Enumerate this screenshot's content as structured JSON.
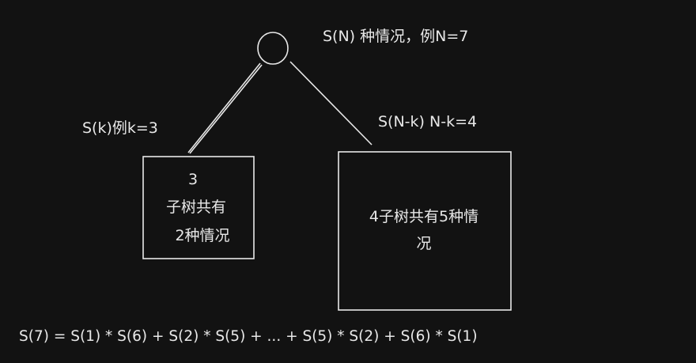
{
  "root_label": "S(N) 种情况，例N=7",
  "left_edge_label": "S(k)例k=3",
  "right_edge_label": "S(N-k) N-k=4",
  "left_box": {
    "lines": [
      "3",
      "子树共有",
      "2种情况"
    ]
  },
  "right_box": {
    "lines": [
      "4子树共有5种情",
      "况"
    ]
  },
  "formula": "S(7) = S(1) * S(6) + S(2) * S(5) + ... + S(5) * S(2) + S(6) * S(1)",
  "colors": {
    "background": "#121212",
    "stroke": "#e8e8e8"
  }
}
